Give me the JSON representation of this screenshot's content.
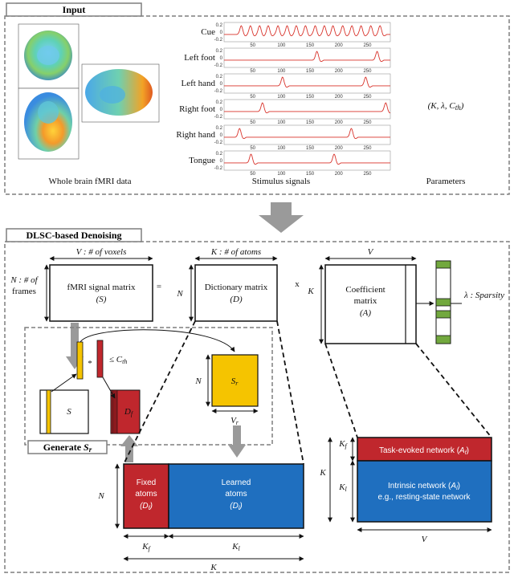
{
  "input_panel": {
    "title": "Input",
    "brain_caption": "Whole brain fMRI data",
    "signals_caption": "Stimulus signals",
    "params_caption": "Parameters",
    "params_value": "(K, λ, C_th)",
    "signals": [
      {
        "label": "Cue",
        "peaks": [
          28,
          44,
          60,
          75,
          92,
          108,
          124,
          140,
          157,
          173,
          188,
          205,
          221,
          237,
          254,
          270
        ]
      },
      {
        "label": "Left foot",
        "peaks": [
          160,
          265
        ]
      },
      {
        "label": "Left hand",
        "peaks": [
          100,
          245
        ]
      },
      {
        "label": "Right foot",
        "peaks": [
          65,
          280
        ]
      },
      {
        "label": "Right hand",
        "peaks": [
          25,
          220
        ]
      },
      {
        "label": "Tongue",
        "peaks": [
          45,
          190
        ]
      }
    ],
    "tick_labels_x": [
      "50",
      "100",
      "150",
      "200",
      "250"
    ],
    "tick_labels_y": [
      "0.2",
      "0",
      "-0.2"
    ]
  },
  "denoise_panel": {
    "title": "DLSC-based Denoising",
    "v_label": "V : # of voxels",
    "k_label": "K : # of atoms",
    "v": "V",
    "k": "K",
    "n": "N",
    "n_frames": [
      "N : # of",
      "frames"
    ],
    "fmri_matrix": [
      "fMRI signal matrix",
      "(S)"
    ],
    "eq": "=",
    "dict_matrix": [
      "Dictionary matrix",
      "(D)"
    ],
    "times": "x",
    "coef_matrix": [
      "Coefficient",
      "matrix",
      "(A)"
    ],
    "sparsity": "λ : Sparsity",
    "star": "*",
    "cth": "≤ C_th",
    "s_small": "S",
    "df_small": "D_f",
    "sr": "S_r",
    "vr": "V_r",
    "generate": "Generate S_r",
    "fixed_atoms": [
      "Fixed",
      "atoms",
      "(D_f)"
    ],
    "learned_atoms": [
      "Learned",
      "atoms",
      "(D_l)"
    ],
    "kf": "K_f",
    "kl": "K_l",
    "task_net": "Task-evoked network (A_f)",
    "intrinsic_net": [
      "Intrinsic network (A_l)",
      "e.g., resting-state network"
    ]
  },
  "colors": {
    "red": "#c0272d",
    "blue": "#1f6fbf",
    "yellow": "#f5c400",
    "green": "#72a83e",
    "arrow_gray": "#9a9a9a",
    "dash": "#7f7f7f"
  }
}
